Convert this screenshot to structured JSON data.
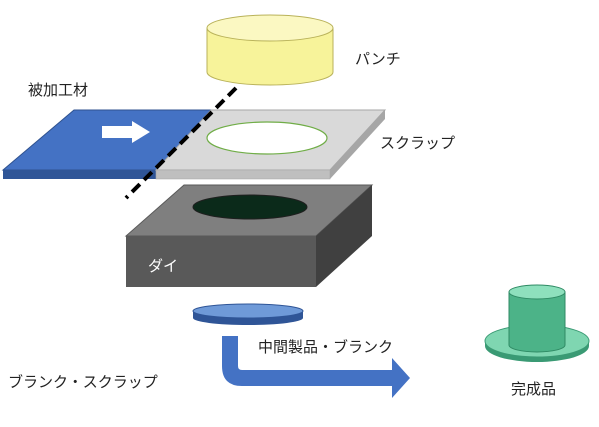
{
  "labels": {
    "punch": "パンチ",
    "workpiece": "被加工材",
    "scrap": "スクラップ",
    "die": "ダイ",
    "intermediate": "中間製品・ブランク",
    "blank_scrap": "ブランク・スクラップ",
    "finished": "完成品"
  },
  "colors": {
    "punch_fill": "#f7f39a",
    "workpiece_fill": "#4472c4",
    "scrap_fill": "#d9d9d9",
    "die_fill": "#595959",
    "arrow_fill": "#4472c4",
    "product_fill": "#5cc29a",
    "cut_line": "#000000"
  }
}
